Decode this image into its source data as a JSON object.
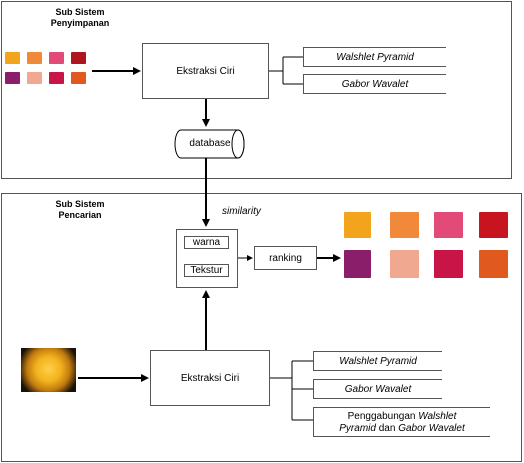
{
  "storage": {
    "title_line1": "Sub Sistem",
    "title_line2": "Penyimpanan",
    "extract_label": "Ekstraksi Ciri",
    "methods": [
      "Walshlet Pyramid",
      "Gabor Wavalet"
    ]
  },
  "database_label": "database",
  "similarity_label": "similarity",
  "search": {
    "title_line1": "Sub Sistem",
    "title_line2": "Pencarian",
    "feature1": "warna",
    "feature2": "Tekstur",
    "ranking_label": "ranking",
    "extract_label": "Ekstraksi Ciri",
    "methods": [
      "Walshlet Pyramid",
      "Gabor Wavalet"
    ],
    "combined": {
      "line1_plain": "Penggabungan ",
      "line1_italic": "Walshlet",
      "line2_italic_a": "Pyramid",
      "line2_plain": " dan ",
      "line2_italic_b": "Gabor Wavalet"
    }
  },
  "colors": {
    "rose_orange": "#f08a3a",
    "rose_pink": "#e8607a",
    "rose_magenta": "#d6206a",
    "rose_red": "#c8141e",
    "rose_purple": "#8a1e6a",
    "rose_peach": "#f0a890",
    "rose_yellow": "#f2b21c"
  }
}
